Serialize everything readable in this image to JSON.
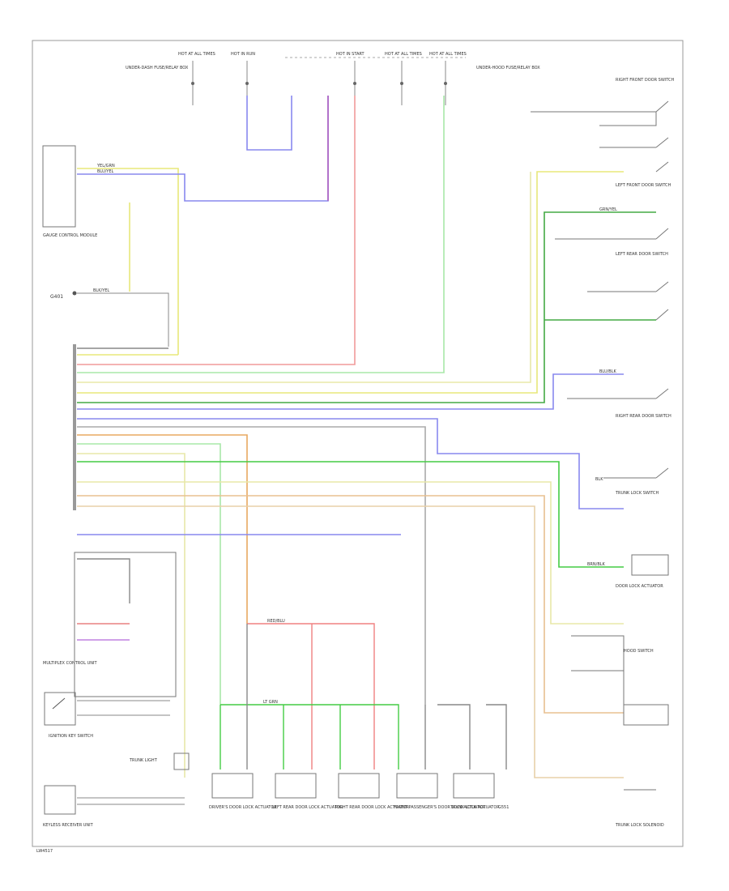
{
  "fuse_labels": [
    "HOT AT ALL TIMES",
    "HOT IN RUN",
    "HOT IN START",
    "HOT AT ALL TIMES",
    "HOT AT ALL TIMES"
  ],
  "fuse_box_label": "UNDER-DASH FUSE/RELAY BOX",
  "under_hood_box_label": "UNDER-HOOD FUSE/RELAY BOX",
  "left_components": {
    "gauge_module": "GAUGE CONTROL MODULE",
    "keyless_receiver": "KEYLESS RECEIVER UNIT",
    "multiplex_unit": "MULTIPLEX CONTROL UNIT",
    "g401": "G401",
    "trunk_light": "TRUNK LIGHT",
    "ignition_switch": "IGNITION KEY SWITCH"
  },
  "right_components": {
    "door_switch_rf": "RIGHT FRONT DOOR SWITCH",
    "door_switch_lf": "LEFT FRONT DOOR SWITCH",
    "door_switch_lr": "LEFT REAR DOOR SWITCH",
    "door_switch_rr": "RIGHT REAR DOOR SWITCH",
    "trunk_lock_switch": "TRUNK LOCK SWITCH",
    "hood_switch": "HOOD SWITCH",
    "door_lock_actuator": "DOOR LOCK ACTUATOR",
    "trunk_lock_solenoid": "TRUNK LOCK SOLENOID"
  },
  "bottom_components": [
    "DRIVER'S DOOR LOCK ACTUATOR",
    "LEFT REAR DOOR LOCK ACTUATOR",
    "RIGHT REAR DOOR LOCK ACTUATOR",
    "FRONT PASSENGER'S DOOR LOCK ACTUATOR",
    "TRUNK LOCK ACTUATOR",
    "G551"
  ],
  "wire_labels": [
    "YEL/GRN",
    "BLU/YEL",
    "BLK/YEL",
    "RED/BLU",
    "LT GRN",
    "BLU/BLK",
    "BRN/BLK",
    "GRN/YEL",
    "BLK"
  ],
  "footer_code": "LW4517"
}
